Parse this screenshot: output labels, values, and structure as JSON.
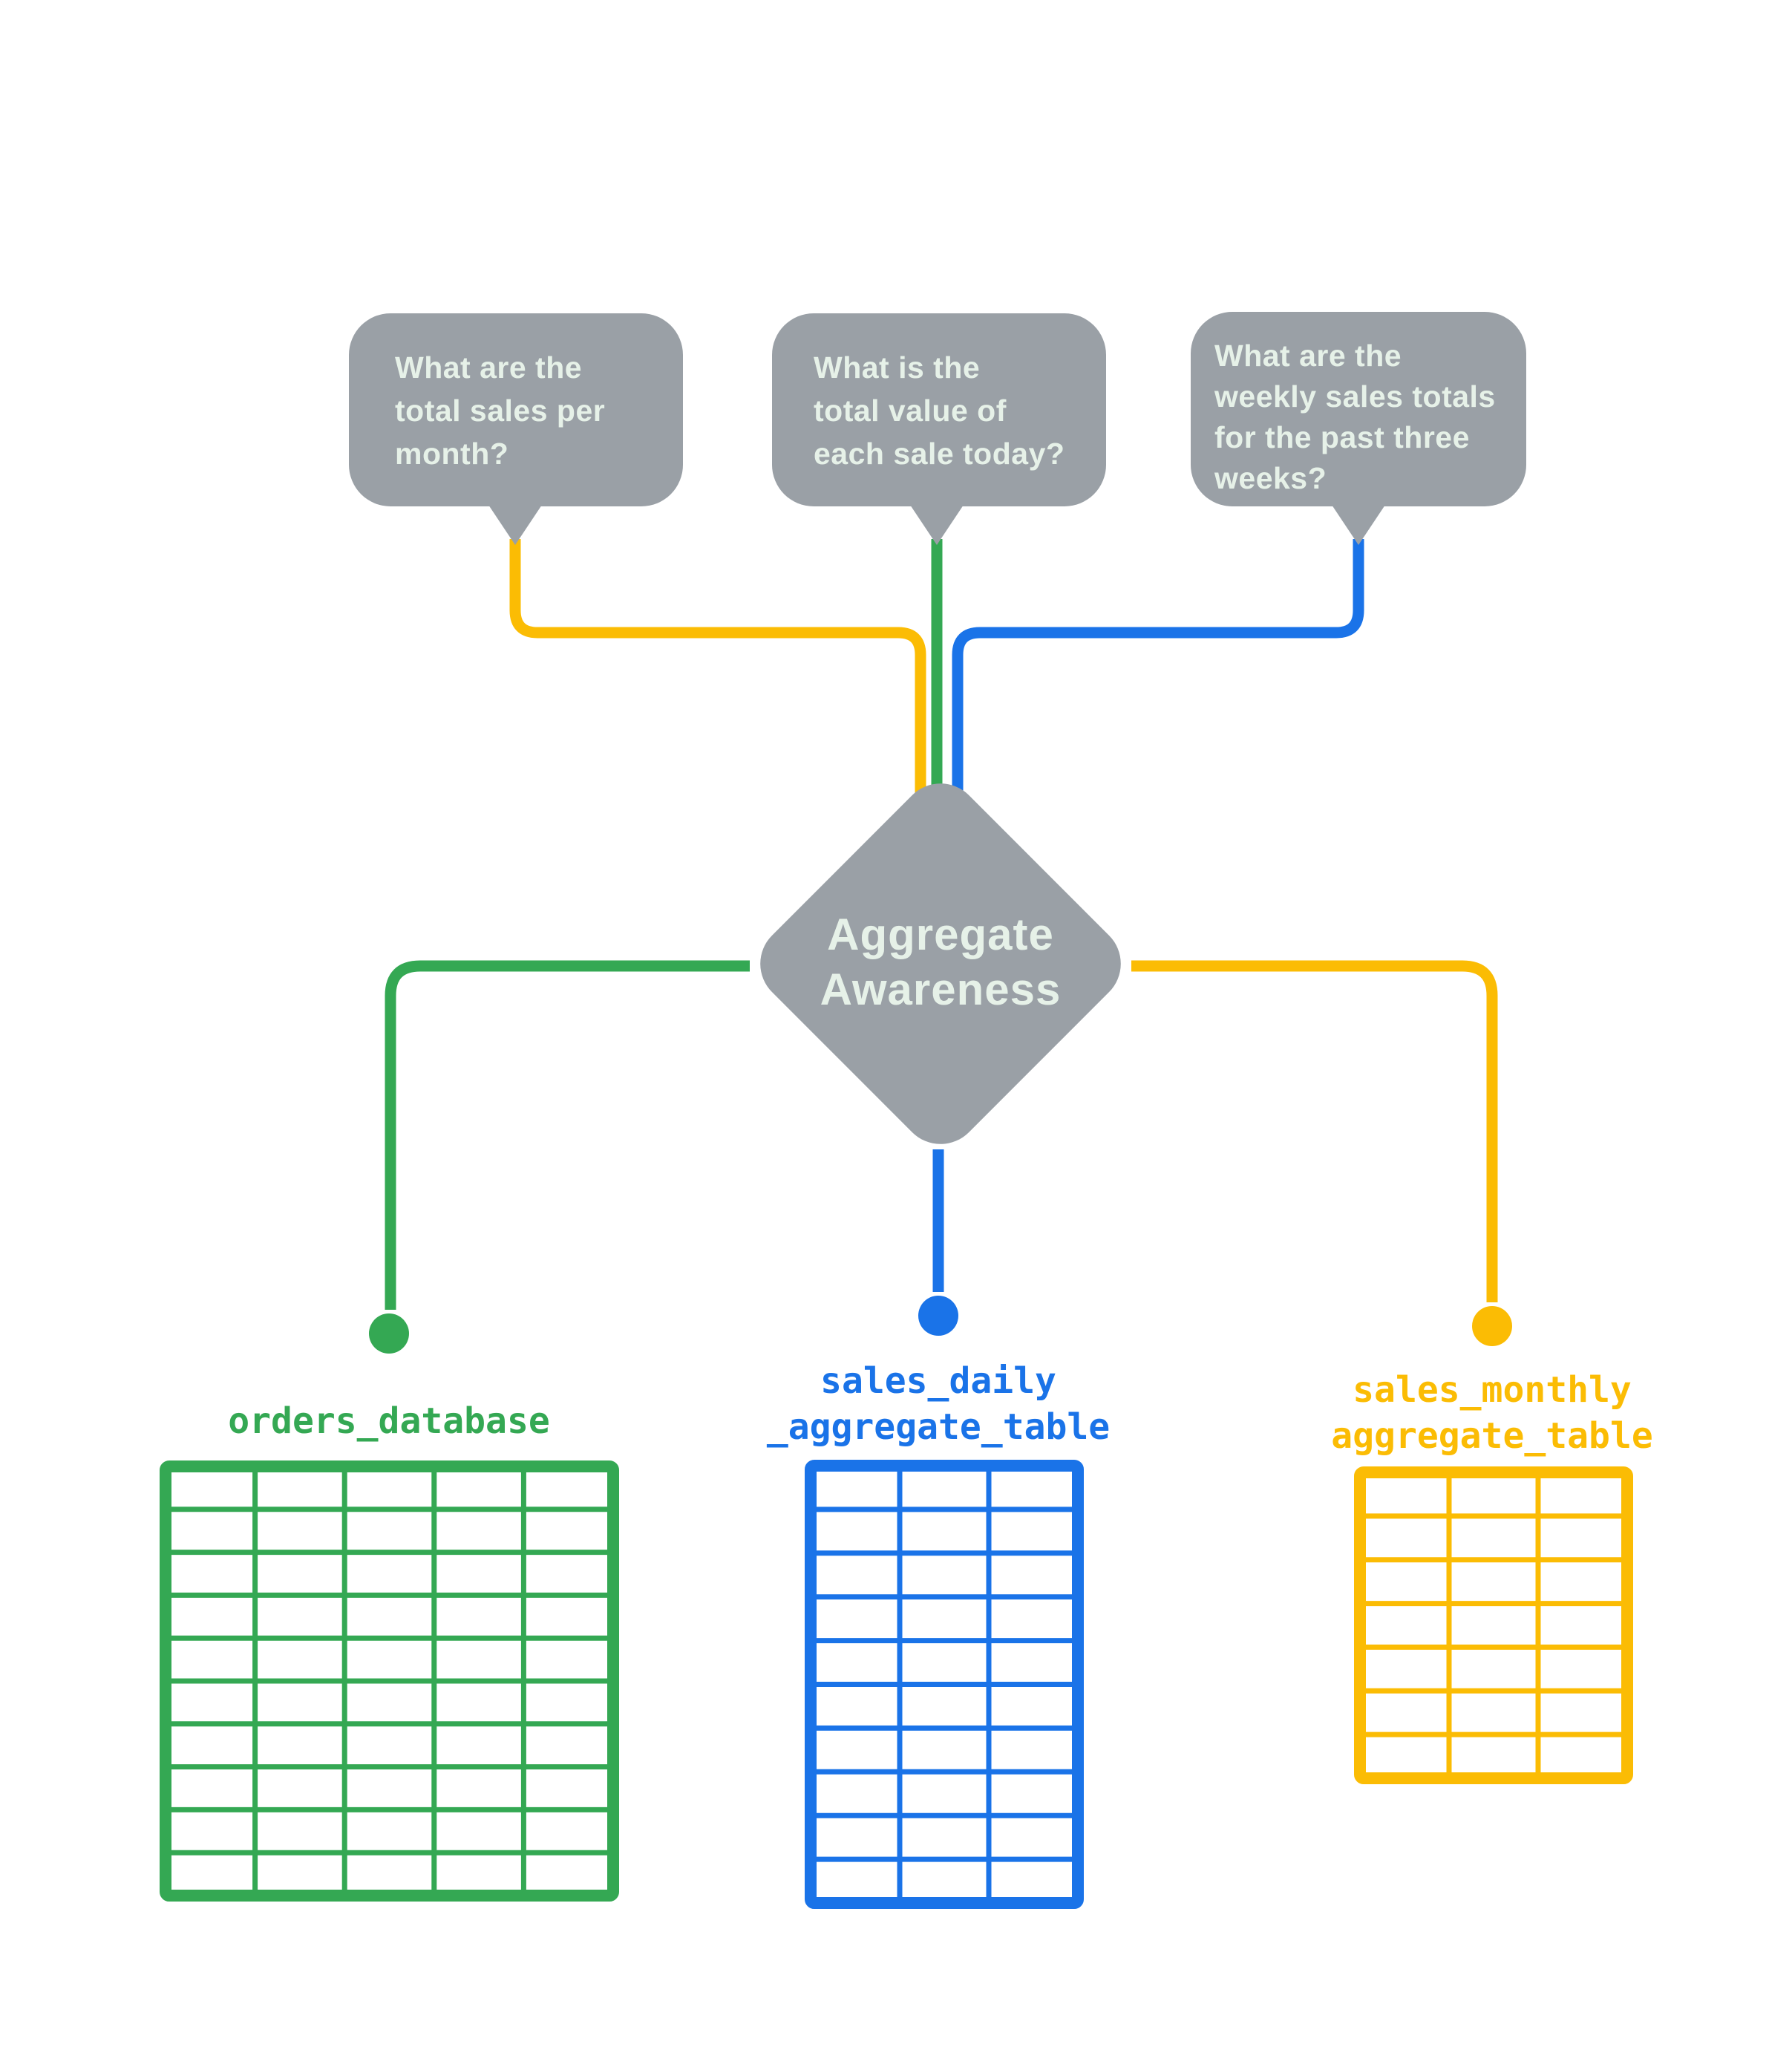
{
  "title": "Aggregate Awareness",
  "hub": {
    "label": "Aggregate\nAwareness",
    "shape": "diamond",
    "color": "#9AA0A6",
    "text_color": "#E6F1E8"
  },
  "questions": [
    {
      "text": "What are the\ntotal sales per\nmonth?",
      "connector_color": "#FBBC04",
      "routes_to": "sales_monthly aggregate_table"
    },
    {
      "text": "What is the\ntotal value of\neach sale today?",
      "connector_color": "#34A853",
      "routes_to": "orders_database"
    },
    {
      "text": "What are the\nweekly sales totals\nfor the past three\nweeks?",
      "connector_color": "#1A73E8",
      "routes_to": "sales_daily _aggregate_table"
    }
  ],
  "sources": [
    {
      "label": "orders_database",
      "color": "#34A853",
      "table": {
        "columns": 5,
        "rows": 10
      }
    },
    {
      "label": "sales_daily\n_aggregate_table",
      "color": "#1A73E8",
      "table": {
        "columns": 3,
        "rows": 10
      }
    },
    {
      "label": "sales_monthly\naggregate_table",
      "color": "#FBBC04",
      "table": {
        "columns": 3,
        "rows": 7
      }
    }
  ],
  "colors": {
    "bubble": "#9AA0A6",
    "bubble_text": "#E6F1E8",
    "background": "#FFFFFF"
  }
}
